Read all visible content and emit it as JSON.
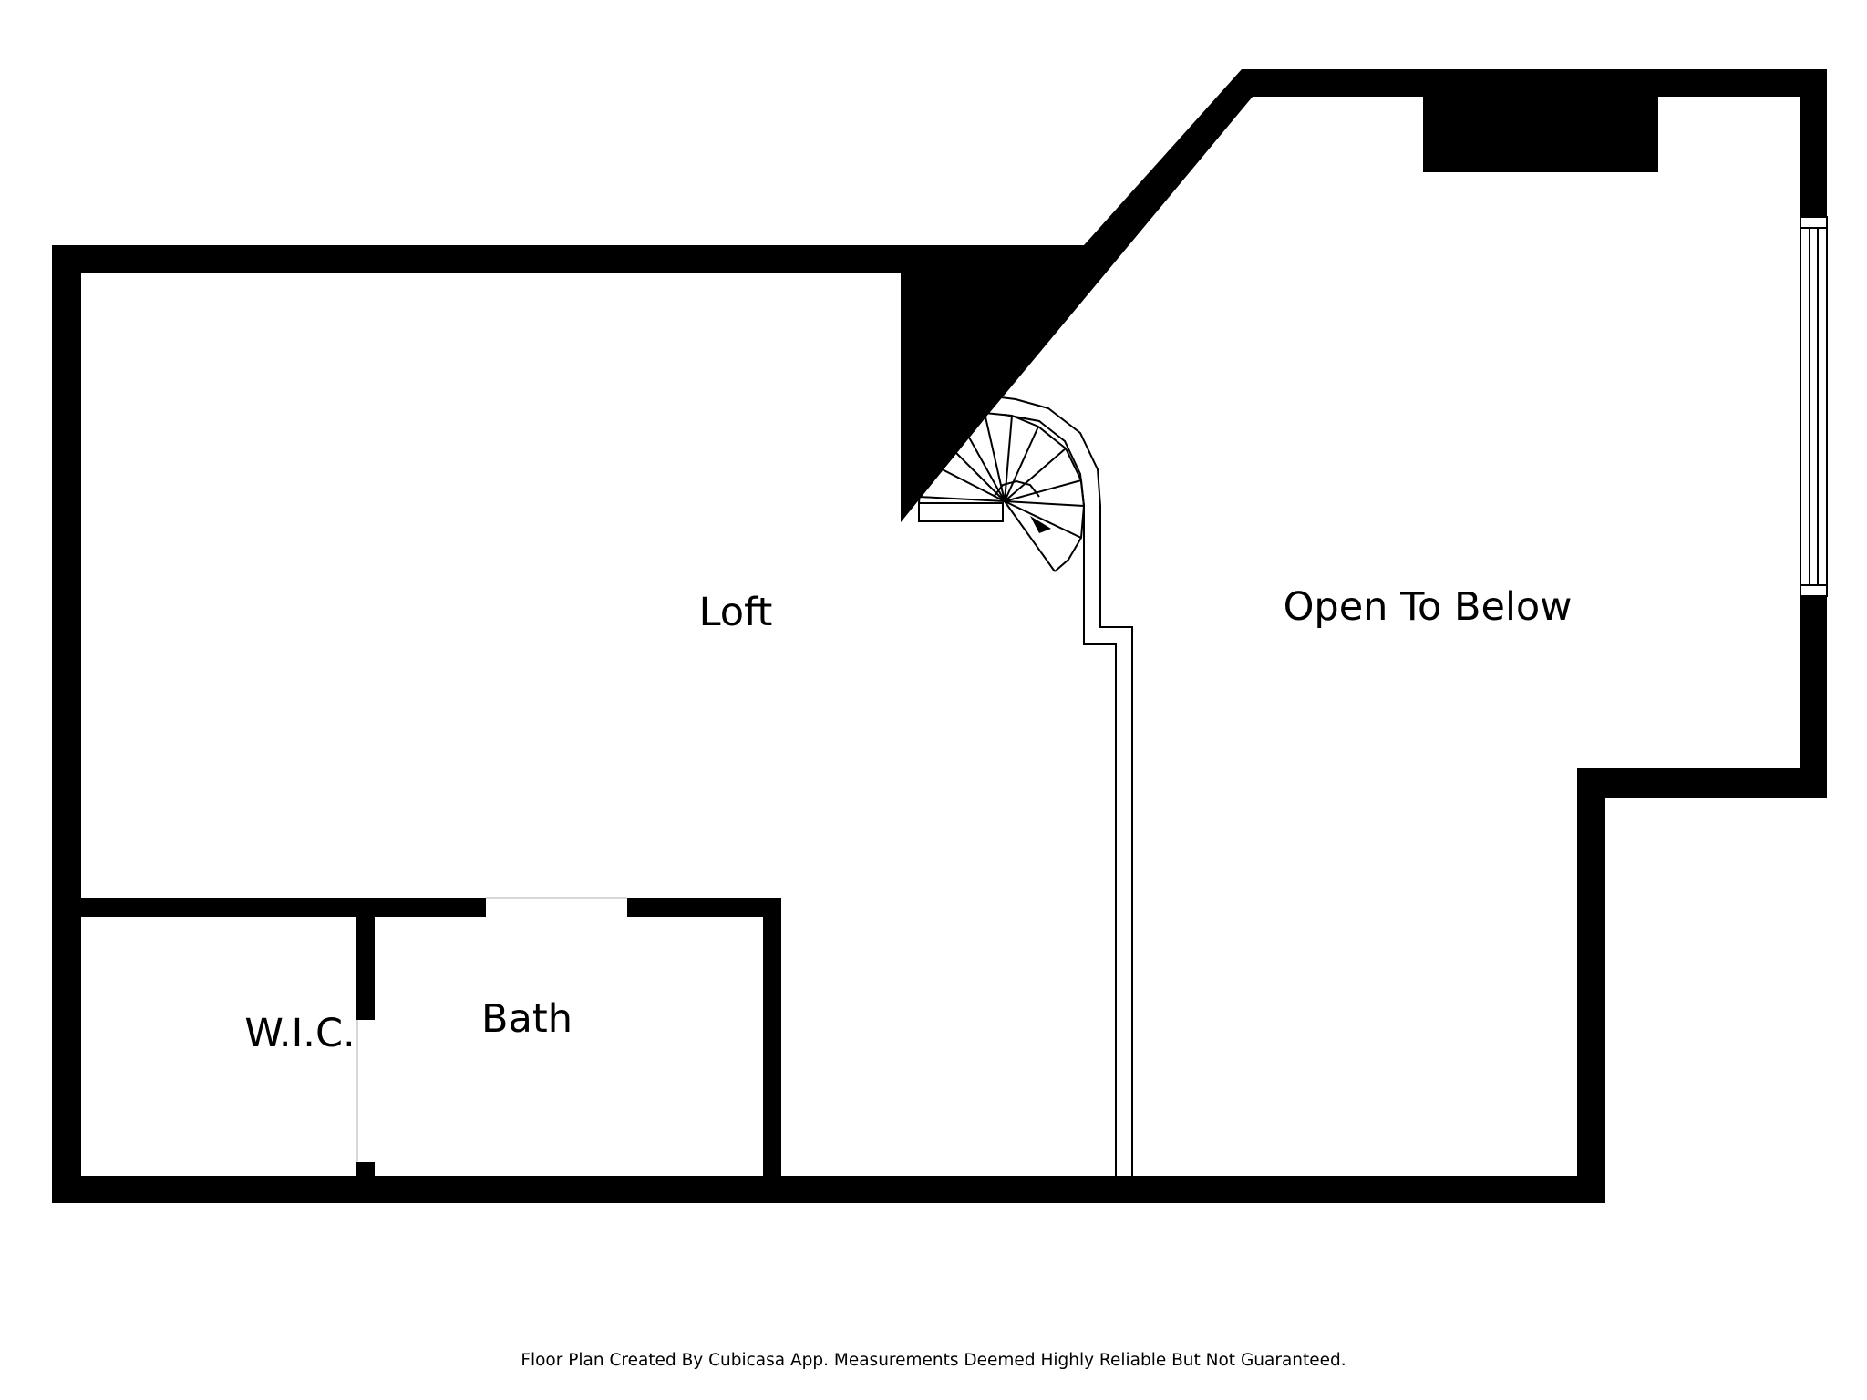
{
  "colors": {
    "wall": "#000000",
    "floor": "#ffffff",
    "line": "#000000"
  },
  "rooms": {
    "loft": "Loft",
    "open_to_below": "Open To Below",
    "wic": "W.I.C.",
    "bath": "Bath"
  },
  "footer": "Floor Plan Created By Cubicasa App. Measurements Deemed Highly Reliable But Not Guaranteed.",
  "stairs": {
    "type": "spiral-staircase",
    "direction": "down"
  }
}
